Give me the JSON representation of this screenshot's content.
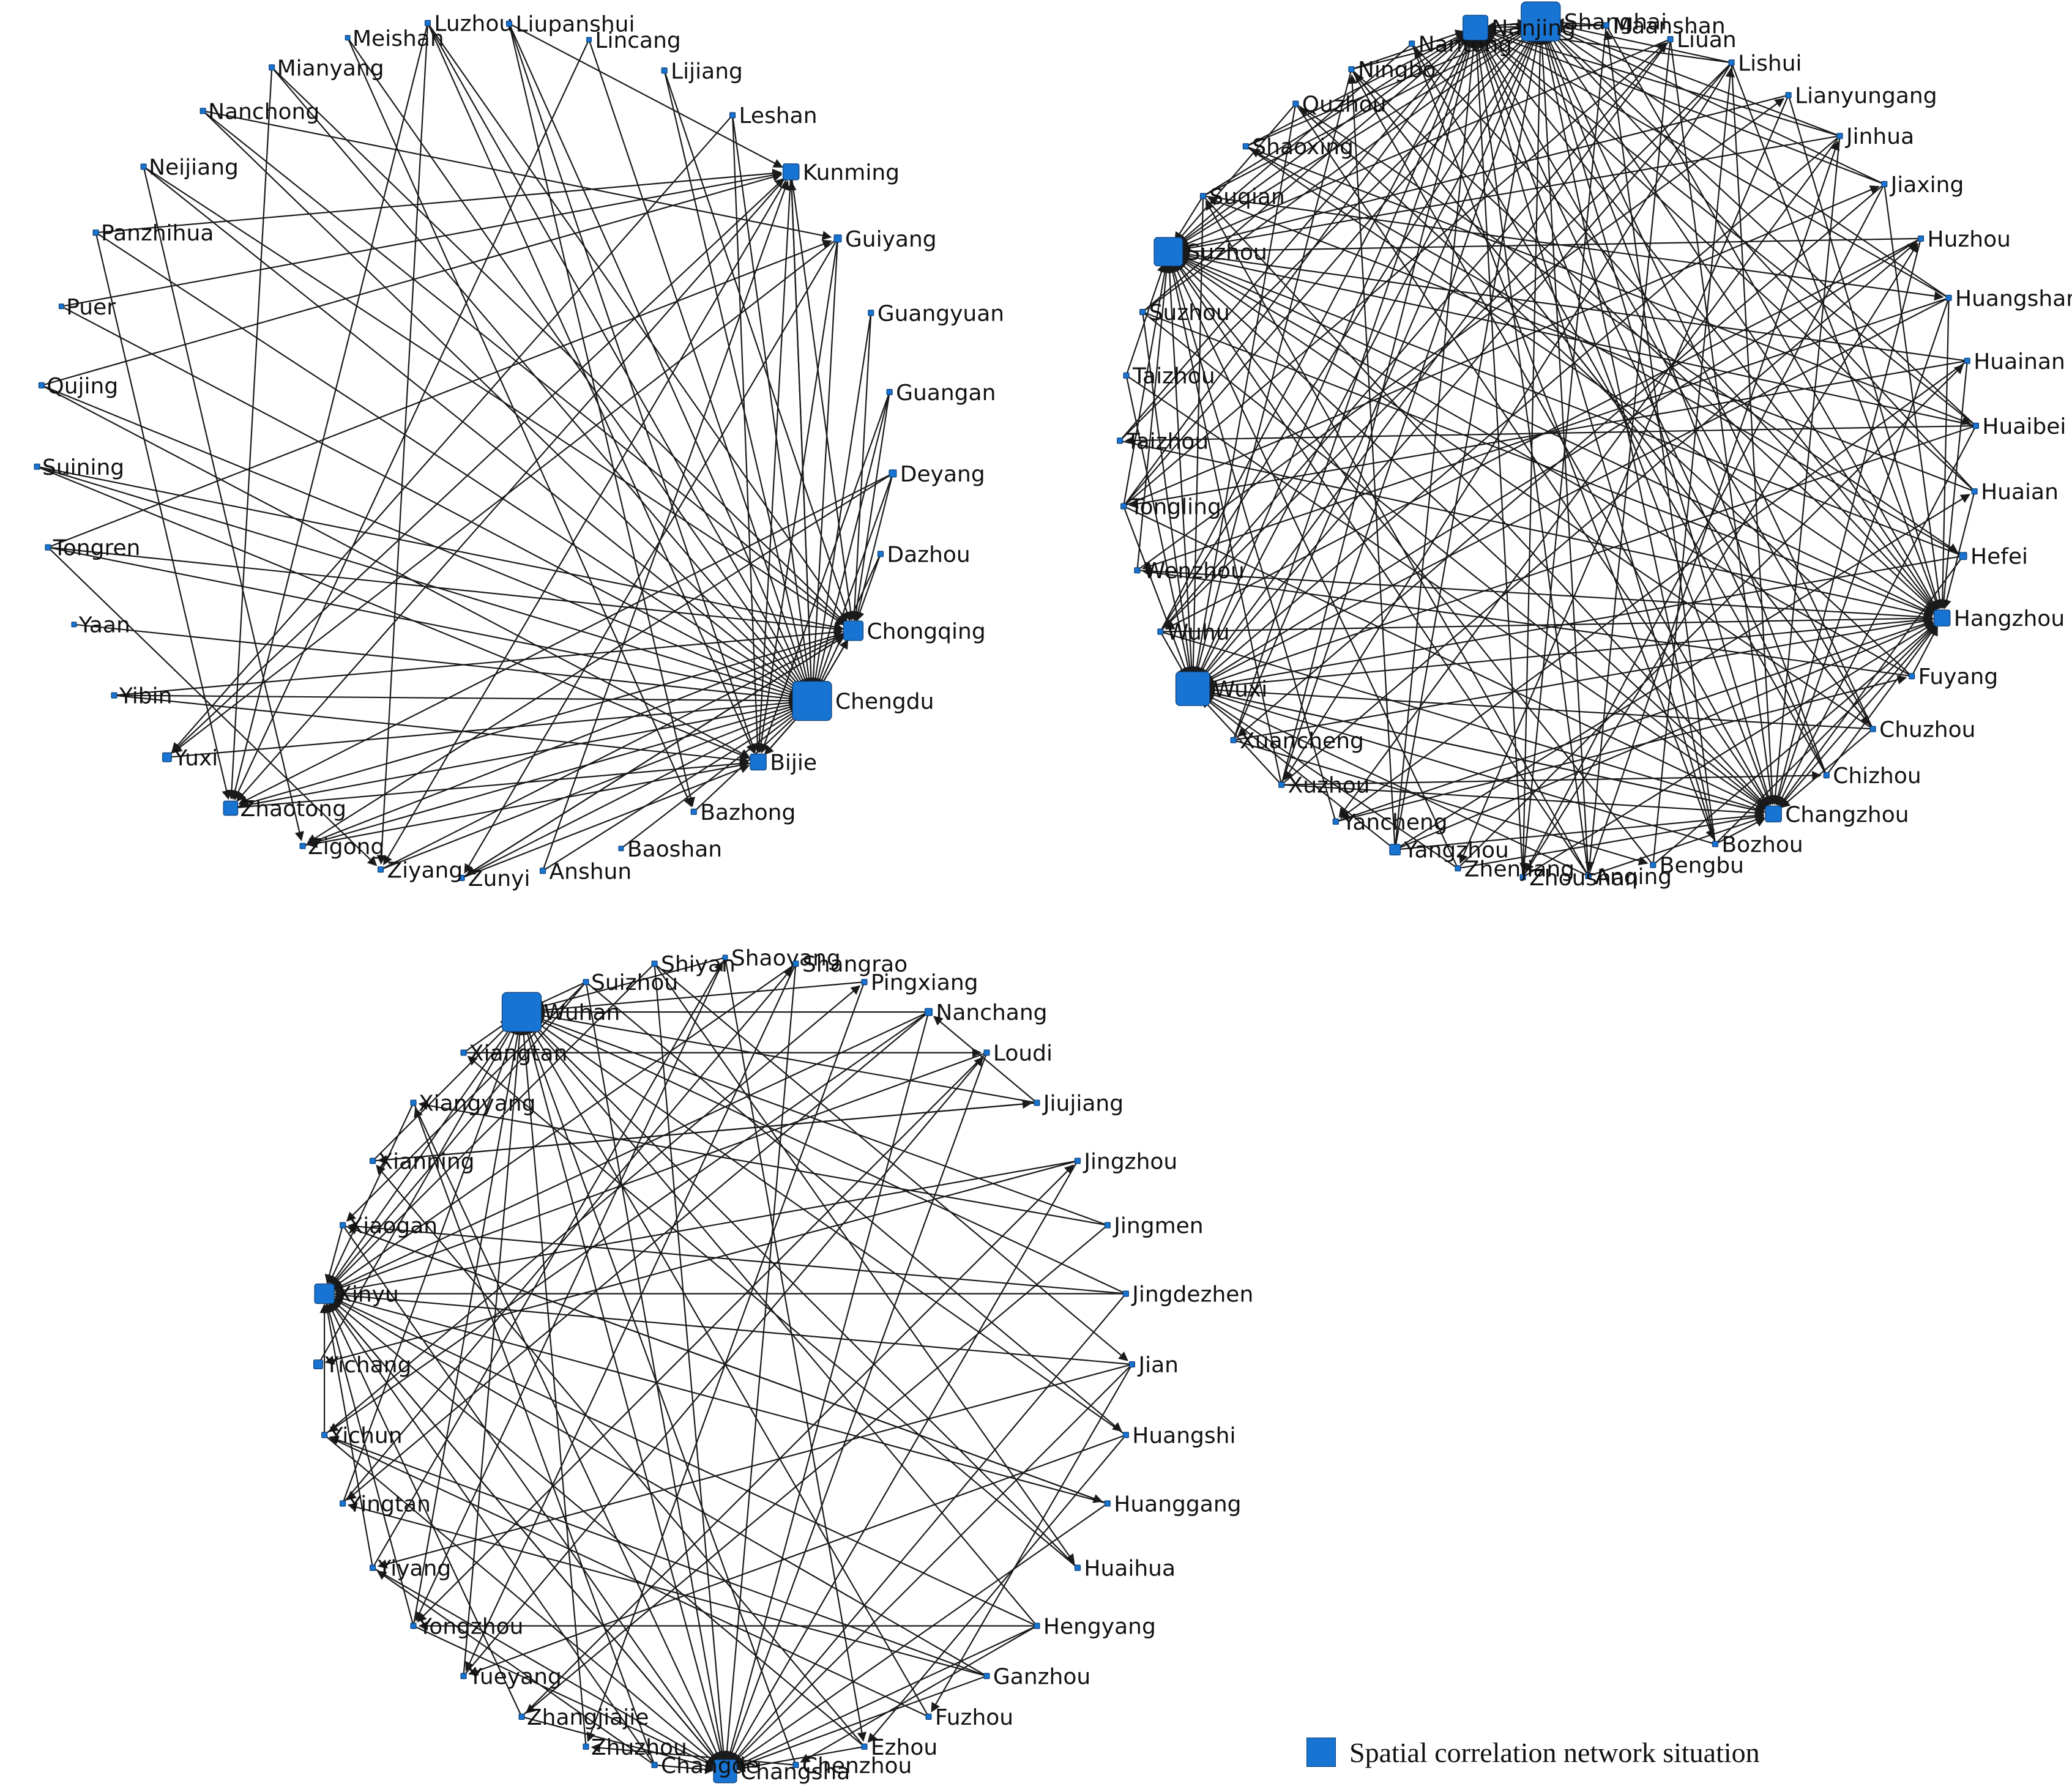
{
  "node_color": "#1874d3",
  "edge_color": "#1a1a1a",
  "legend": {
    "label": "Spatial correlation network situation"
  },
  "networks": [
    {
      "id": "southwest",
      "nodes": [
        {
          "name": "Luzhou",
          "strength": 0.05
        },
        {
          "name": "Liupanshui",
          "strength": 0.05
        },
        {
          "name": "Lincang",
          "strength": 0.03
        },
        {
          "name": "Lijiang",
          "strength": 0.05
        },
        {
          "name": "Leshan",
          "strength": 0.05
        },
        {
          "name": "Kunming",
          "strength": 0.35
        },
        {
          "name": "Guiyang",
          "strength": 0.1
        },
        {
          "name": "Guangyuan",
          "strength": 0.05
        },
        {
          "name": "Guangan",
          "strength": 0.05
        },
        {
          "name": "Deyang",
          "strength": 0.1
        },
        {
          "name": "Dazhou",
          "strength": 0.05
        },
        {
          "name": "Chongqing",
          "strength": 0.45
        },
        {
          "name": "Chengdu",
          "strength": 1.0
        },
        {
          "name": "Bijie",
          "strength": 0.35
        },
        {
          "name": "Bazhong",
          "strength": 0.05
        },
        {
          "name": "Baoshan",
          "strength": 0.03
        },
        {
          "name": "Anshun",
          "strength": 0.05
        },
        {
          "name": "Zunyi",
          "strength": 0.05
        },
        {
          "name": "Ziyang",
          "strength": 0.05
        },
        {
          "name": "Zigong",
          "strength": 0.05
        },
        {
          "name": "Zhaotong",
          "strength": 0.3
        },
        {
          "name": "Yuxi",
          "strength": 0.15
        },
        {
          "name": "Yibin",
          "strength": 0.05
        },
        {
          "name": "Yaan",
          "strength": 0.03
        },
        {
          "name": "Tongren",
          "strength": 0.05
        },
        {
          "name": "Suining",
          "strength": 0.05
        },
        {
          "name": "Qujing",
          "strength": 0.05
        },
        {
          "name": "Puer",
          "strength": 0.03
        },
        {
          "name": "Panzhihua",
          "strength": 0.05
        },
        {
          "name": "Neijiang",
          "strength": 0.05
        },
        {
          "name": "Nanchong",
          "strength": 0.05
        },
        {
          "name": "Mianyang",
          "strength": 0.05
        },
        {
          "name": "Meishan",
          "strength": 0.03
        }
      ],
      "edges": [
        [
          "Luzhou",
          "Chengdu"
        ],
        [
          "Luzhou",
          "Bijie"
        ],
        [
          "Luzhou",
          "Chongqing"
        ],
        [
          "Luzhou",
          "Zhaotong"
        ],
        [
          "Luzhou",
          "Ziyang"
        ],
        [
          "Liupanshui",
          "Chengdu"
        ],
        [
          "Liupanshui",
          "Bijie"
        ],
        [
          "Liupanshui",
          "Kunming"
        ],
        [
          "Liupanshui",
          "Bazhong"
        ],
        [
          "Lincang",
          "Chengdu"
        ],
        [
          "Lincang",
          "Zhaotong"
        ],
        [
          "Lijiang",
          "Chengdu"
        ],
        [
          "Lijiang",
          "Chongqing"
        ],
        [
          "Leshan",
          "Chengdu"
        ],
        [
          "Leshan",
          "Bijie"
        ],
        [
          "Leshan",
          "Yuxi"
        ],
        [
          "Kunming",
          "Chengdu"
        ],
        [
          "Kunming",
          "Chongqing"
        ],
        [
          "Kunming",
          "Bijie"
        ],
        [
          "Kunming",
          "Zhaotong"
        ],
        [
          "Kunming",
          "Ziyang"
        ],
        [
          "Guiyang",
          "Chengdu"
        ],
        [
          "Guiyang",
          "Bijie"
        ],
        [
          "Guiyang",
          "Zunyi"
        ],
        [
          "Guiyang",
          "Yuxi"
        ],
        [
          "Guangyuan",
          "Chengdu"
        ],
        [
          "Guangyuan",
          "Chongqing"
        ],
        [
          "Guangan",
          "Chengdu"
        ],
        [
          "Guangan",
          "Chongqing"
        ],
        [
          "Guangan",
          "Bijie"
        ],
        [
          "Deyang",
          "Chengdu"
        ],
        [
          "Deyang",
          "Chongqing"
        ],
        [
          "Deyang",
          "Zhaotong"
        ],
        [
          "Deyang",
          "Zigong"
        ],
        [
          "Dazhou",
          "Chengdu"
        ],
        [
          "Dazhou",
          "Chongqing"
        ],
        [
          "Chongqing",
          "Chengdu"
        ],
        [
          "Chongqing",
          "Zunyi"
        ],
        [
          "Chongqing",
          "Zhaotong"
        ],
        [
          "Bijie",
          "Chengdu"
        ],
        [
          "Bijie",
          "Zigong"
        ],
        [
          "Bazhong",
          "Chengdu"
        ],
        [
          "Baoshan",
          "Chengdu"
        ],
        [
          "Anshun",
          "Chengdu"
        ],
        [
          "Anshun",
          "Kunming"
        ],
        [
          "Zunyi",
          "Chengdu"
        ],
        [
          "Zunyi",
          "Bijie"
        ],
        [
          "Zunyi",
          "Chongqing"
        ],
        [
          "Ziyang",
          "Chengdu"
        ],
        [
          "Ziyang",
          "Chongqing"
        ],
        [
          "Zigong",
          "Chengdu"
        ],
        [
          "Zigong",
          "Chongqing"
        ],
        [
          "Zhaotong",
          "Chengdu"
        ],
        [
          "Zhaotong",
          "Bijie"
        ],
        [
          "Yuxi",
          "Chengdu"
        ],
        [
          "Yuxi",
          "Kunming"
        ],
        [
          "Yibin",
          "Chengdu"
        ],
        [
          "Yibin",
          "Chongqing"
        ],
        [
          "Yibin",
          "Bijie"
        ],
        [
          "Yaan",
          "Chengdu"
        ],
        [
          "Tongren",
          "Chengdu"
        ],
        [
          "Tongren",
          "Chongqing"
        ],
        [
          "Tongren",
          "Guiyang"
        ],
        [
          "Tongren",
          "Ziyang"
        ],
        [
          "Suining",
          "Chengdu"
        ],
        [
          "Suining",
          "Chongqing"
        ],
        [
          "Suining",
          "Bijie"
        ],
        [
          "Qujing",
          "Chengdu"
        ],
        [
          "Qujing",
          "Kunming"
        ],
        [
          "Qujing",
          "Bijie"
        ],
        [
          "Puer",
          "Kunming"
        ],
        [
          "Puer",
          "Chengdu"
        ],
        [
          "Panzhihua",
          "Chengdu"
        ],
        [
          "Panzhihua",
          "Kunming"
        ],
        [
          "Panzhihua",
          "Zhaotong"
        ],
        [
          "Neijiang",
          "Chengdu"
        ],
        [
          "Neijiang",
          "Chongqing"
        ],
        [
          "Neijiang",
          "Zigong"
        ],
        [
          "Nanchong",
          "Chengdu"
        ],
        [
          "Nanchong",
          "Chongqing"
        ],
        [
          "Nanchong",
          "Guiyang"
        ],
        [
          "Mianyang",
          "Chengdu"
        ],
        [
          "Mianyang",
          "Chongqing"
        ],
        [
          "Mianyang",
          "Zhaotong"
        ],
        [
          "Meishan",
          "Chengdu"
        ],
        [
          "Meishan",
          "Bazhong"
        ],
        [
          "Chengdu",
          "Kunming"
        ],
        [
          "Chengdu",
          "Chongqing"
        ],
        [
          "Chengdu",
          "Bijie"
        ]
      ]
    },
    {
      "id": "east",
      "nodes": [
        {
          "name": "Shanghai",
          "strength": 1.0
        },
        {
          "name": "Maanshan",
          "strength": 0.05
        },
        {
          "name": "Liuan",
          "strength": 0.05
        },
        {
          "name": "Lishui",
          "strength": 0.05
        },
        {
          "name": "Lianyungang",
          "strength": 0.05
        },
        {
          "name": "Jinhua",
          "strength": 0.05
        },
        {
          "name": "Jiaxing",
          "strength": 0.05
        },
        {
          "name": "Huzhou",
          "strength": 0.05
        },
        {
          "name": "Huangshan",
          "strength": 0.05
        },
        {
          "name": "Huainan",
          "strength": 0.05
        },
        {
          "name": "Huaibei",
          "strength": 0.05
        },
        {
          "name": "Huaian",
          "strength": 0.05
        },
        {
          "name": "Hefei",
          "strength": 0.1
        },
        {
          "name": "Hangzhou",
          "strength": 0.35
        },
        {
          "name": "Fuyang",
          "strength": 0.05
        },
        {
          "name": "Chuzhou",
          "strength": 0.05
        },
        {
          "name": "Chizhou",
          "strength": 0.05
        },
        {
          "name": "Changzhou",
          "strength": 0.35
        },
        {
          "name": "Bozhou",
          "strength": 0.05
        },
        {
          "name": "Bengbu",
          "strength": 0.05
        },
        {
          "name": "Anqing",
          "strength": 0.05
        },
        {
          "name": "Zhoushan",
          "strength": 0.05
        },
        {
          "name": "Zhenjiang",
          "strength": 0.05
        },
        {
          "name": "Yangzhou",
          "strength": 0.2
        },
        {
          "name": "Yancheng",
          "strength": 0.05
        },
        {
          "name": "Xuzhou",
          "strength": 0.05
        },
        {
          "name": "Xuancheng",
          "strength": 0.05
        },
        {
          "name": "Wuxi",
          "strength": 0.85
        },
        {
          "name": "Wuhu",
          "strength": 0.05
        },
        {
          "name": "Wenzhou",
          "strength": 0.05
        },
        {
          "name": "Tongling",
          "strength": 0.05
        },
        {
          "name": "Taizhou",
          "strength": 0.05
        },
        {
          "name": "Taizhou",
          "strength": 0.05
        },
        {
          "name": "Suzhou",
          "strength": 0.05
        },
        {
          "name": "Suzhou",
          "strength": 0.7
        },
        {
          "name": "Suqian",
          "strength": 0.05
        },
        {
          "name": "Shaoxing",
          "strength": 0.05
        },
        {
          "name": "Quzhou",
          "strength": 0.05
        },
        {
          "name": "Ningbo",
          "strength": 0.05
        },
        {
          "name": "Nantong",
          "strength": 0.05
        },
        {
          "name": "Nanjing",
          "strength": 0.6
        }
      ],
      "hubs": [
        "Shanghai",
        "Wuxi",
        "Hangzhou",
        "Changzhou",
        "Nanjing"
      ],
      "hub_indices": [
        0,
        27,
        13,
        17,
        40,
        34
      ],
      "edges": [
        [
          "Maanshan",
          "Zhoushan"
        ],
        [
          "Liuan",
          "Anqing"
        ],
        [
          "Lishui",
          "Xuzhou"
        ],
        [
          "Lianyungang",
          "Zhenjiang"
        ],
        [
          "Jinhua",
          "Yancheng"
        ],
        [
          "Jiaxing",
          "Xuancheng"
        ],
        [
          "Huzhou",
          "Wuhu"
        ],
        [
          "Huangshan",
          "Wenzhou"
        ],
        [
          "Huainan",
          "Tongling"
        ],
        [
          "Huaibei",
          "Taizhou"
        ],
        [
          "Huaian",
          "Suqian"
        ],
        [
          "Hefei",
          "Shaoxing"
        ],
        [
          "Fuyang",
          "Quzhou"
        ],
        [
          "Chuzhou",
          "Ningbo"
        ],
        [
          "Chizhou",
          "Nantong"
        ],
        [
          "Bozhou",
          "Maanshan"
        ],
        [
          "Bengbu",
          "Lishui"
        ],
        [
          "Anqing",
          "Jinhua"
        ],
        [
          "Zhoushan",
          "Huzhou"
        ],
        [
          "Zhenjiang",
          "Huainan"
        ],
        [
          "Yangzhou",
          "Huaian"
        ],
        [
          "Yancheng",
          "Fuyang"
        ],
        [
          "Xuzhou",
          "Chizhou"
        ],
        [
          "Xuancheng",
          "Bengbu"
        ],
        [
          "Wuhu",
          "Liuan"
        ],
        [
          "Wenzhou",
          "Lianyungang"
        ],
        [
          "Tongling",
          "Jiaxing"
        ],
        [
          "Suqian",
          "Huangshan"
        ],
        [
          "Shaoxing",
          "Huaibei"
        ],
        [
          "Quzhou",
          "Hefei"
        ],
        [
          "Ningbo",
          "Chuzhou"
        ],
        [
          "Nantong",
          "Bozhou"
        ],
        [
          "Lishui",
          "Wuhu"
        ],
        [
          "Jiaxing",
          "Zhoushan"
        ],
        [
          "Huainan",
          "Yancheng"
        ],
        [
          "Fuyang",
          "Wenzhou"
        ],
        [
          "Anqing",
          "Suqian"
        ],
        [
          "Yangzhou",
          "Ningbo"
        ],
        [
          "Xuzhou",
          "Huzhou"
        ],
        [
          "Tongling",
          "Liuan"
        ]
      ]
    },
    {
      "id": "central",
      "nodes": [
        {
          "name": "Wuhan",
          "strength": 1.0
        },
        {
          "name": "Suizhou",
          "strength": 0.05
        },
        {
          "name": "Shiyan",
          "strength": 0.05
        },
        {
          "name": "Shaoyang",
          "strength": 0.03
        },
        {
          "name": "Shangrao",
          "strength": 0.05
        },
        {
          "name": "Pingxiang",
          "strength": 0.05
        },
        {
          "name": "Nanchang",
          "strength": 0.1
        },
        {
          "name": "Loudi",
          "strength": 0.05
        },
        {
          "name": "Jiujiang",
          "strength": 0.05
        },
        {
          "name": "Jingzhou",
          "strength": 0.05
        },
        {
          "name": "Jingmen",
          "strength": 0.05
        },
        {
          "name": "Jingdezhen",
          "strength": 0.05
        },
        {
          "name": "Jian",
          "strength": 0.05
        },
        {
          "name": "Huangshi",
          "strength": 0.05
        },
        {
          "name": "Huanggang",
          "strength": 0.05
        },
        {
          "name": "Huaihua",
          "strength": 0.05
        },
        {
          "name": "Hengyang",
          "strength": 0.05
        },
        {
          "name": "Ganzhou",
          "strength": 0.05
        },
        {
          "name": "Fuzhou",
          "strength": 0.05
        },
        {
          "name": "Ezhou",
          "strength": 0.05
        },
        {
          "name": "Chenzhou",
          "strength": 0.05
        },
        {
          "name": "Changsha",
          "strength": 0.55
        },
        {
          "name": "Changde",
          "strength": 0.05
        },
        {
          "name": "Zhuzhou",
          "strength": 0.05
        },
        {
          "name": "Zhangjiajie",
          "strength": 0.05
        },
        {
          "name": "Yueyang",
          "strength": 0.05
        },
        {
          "name": "Yongzhou",
          "strength": 0.05
        },
        {
          "name": "Yiyang",
          "strength": 0.05
        },
        {
          "name": "Yingtan",
          "strength": 0.05
        },
        {
          "name": "Yichun",
          "strength": 0.05
        },
        {
          "name": "Yichang",
          "strength": 0.15
        },
        {
          "name": "Xinyu",
          "strength": 0.45
        },
        {
          "name": "Xiaogan",
          "strength": 0.05
        },
        {
          "name": "Xianning",
          "strength": 0.05
        },
        {
          "name": "Xiangyang",
          "strength": 0.05
        },
        {
          "name": "Xiangtan",
          "strength": 0.05
        }
      ],
      "hubs": [
        "Wuhan",
        "Changsha",
        "Xinyu"
      ],
      "edges": [
        [
          "Suizhou",
          "Huangshi"
        ],
        [
          "Shiyan",
          "Jian"
        ],
        [
          "Shaoyang",
          "Ezhou"
        ],
        [
          "Shangrao",
          "Yueyang"
        ],
        [
          "Pingxiang",
          "Zhuzhou"
        ],
        [
          "Nanchang",
          "Yichun"
        ],
        [
          "Nanchang",
          "Yingtan"
        ],
        [
          "Loudi",
          "Yongzhou"
        ],
        [
          "Jiujiang",
          "Xianning"
        ],
        [
          "Jingzhou",
          "Yichang"
        ],
        [
          "Jingmen",
          "Xiangyang"
        ],
        [
          "Jingdezhen",
          "Xiaogan"
        ],
        [
          "Jian",
          "Yiyang"
        ],
        [
          "Huangshi",
          "Yueyang"
        ],
        [
          "Huanggang",
          "Xiaogan"
        ],
        [
          "Huaihua",
          "Xiangtan"
        ],
        [
          "Hengyang",
          "Yongzhou"
        ],
        [
          "Ganzhou",
          "Yingtan"
        ],
        [
          "Fuzhou",
          "Yichun"
        ],
        [
          "Ezhou",
          "Xianning"
        ],
        [
          "Chenzhou",
          "Zhuzhou"
        ],
        [
          "Changde",
          "Xiangyang"
        ],
        [
          "Zhangjiajie",
          "Jingzhou"
        ],
        [
          "Yueyang",
          "Loudi"
        ],
        [
          "Yiyang",
          "Shaoyang"
        ],
        [
          "Yingtan",
          "Shangrao"
        ],
        [
          "Yichun",
          "Pingxiang"
        ],
        [
          "Xiaogan",
          "Huanggang"
        ],
        [
          "Xianning",
          "Jiujiang"
        ],
        [
          "Xiangtan",
          "Loudi"
        ],
        [
          "Shiyan",
          "Huaihua"
        ],
        [
          "Jingmen",
          "Zhangjiajie"
        ],
        [
          "Jian",
          "Fuzhou"
        ],
        [
          "Ganzhou",
          "Yichun"
        ],
        [
          "Huangshi",
          "Ezhou"
        ],
        [
          "Suizhou",
          "Xiaogan"
        ],
        [
          "Changde",
          "Yiyang"
        ],
        [
          "Hengyang",
          "Chenzhou"
        ],
        [
          "Jiujiang",
          "Nanchang"
        ],
        [
          "Shaoyang",
          "Yongzhou"
        ]
      ]
    }
  ]
}
